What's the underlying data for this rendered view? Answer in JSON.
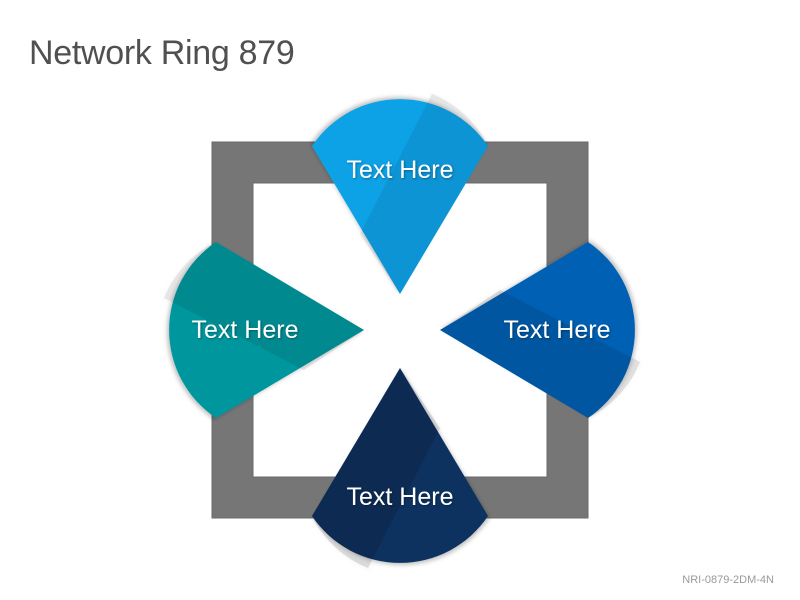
{
  "title": "Network Ring 879",
  "footer_code": "NRI-0879-2DM-4N",
  "colors": {
    "ring": "#767676",
    "background": "#ffffff",
    "petal_top": "#0ba1e6",
    "petal_left": "#03969d",
    "petal_right": "#0560b4",
    "petal_bottom": "#0d325f"
  },
  "petals": [
    {
      "id": "top",
      "label": "Text Here"
    },
    {
      "id": "left",
      "label": "Text Here"
    },
    {
      "id": "right",
      "label": "Text Here"
    },
    {
      "id": "bottom",
      "label": "Text Here"
    }
  ]
}
